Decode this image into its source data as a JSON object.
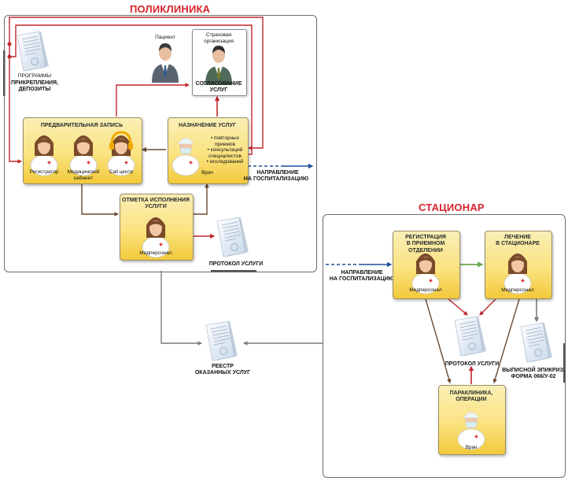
{
  "polyclinic": {
    "title": "ПОЛИКЛИНИКА",
    "programs_line1": "ПРОГРАММЫ",
    "programs_line2": "ПРИКРЕПЛЕНИЯ,",
    "programs_line3": "ДЕПОЗИТЫ",
    "patient": "Пациент",
    "insurer_line1": "Страховая",
    "insurer_line2": "организация",
    "approval_line1": "СОГЛАСОВАНИЕ",
    "approval_line2": "УСЛУГ",
    "prereg": {
      "title": "ПРЕДВАРИТЕЛЬНАЯ ЗАПИСЬ",
      "registrar": "Регистратор",
      "cabinet_line1": "Медицинский",
      "cabinet_line2": "кабинет",
      "callcenter": "Call центр"
    },
    "assign": {
      "title": "НАЗНАЧЕНИЕ УСЛУГ",
      "items": [
        "• повторных",
        "приемов",
        "• консультаций",
        "специалистов",
        "• исследований"
      ],
      "role": "Врач"
    },
    "referral_line1": "НАПРАВЛЕНИЕ",
    "referral_line2": "НА ГОСПИТАЛИЗАЦИЮ",
    "mark": {
      "title_line1": "ОТМЕТКА ИСПОЛНЕНИЯ",
      "title_line2": "УСЛУГИ",
      "role": "Медперсонал"
    },
    "protocol": "ПРОТОКОЛ УСЛУГИ"
  },
  "registry_line1": "РЕЕСТР",
  "registry_line2": "ОКАЗАННЫХ УСЛУГ",
  "hospital": {
    "title": "СТАЦИОНАР",
    "referral_line1": "НАПРАВЛЕНИЕ",
    "referral_line2": "НА ГОСПИТАЛИЗАЦИЮ",
    "reception": {
      "title_line1": "РЕГИСТРАЦИЯ",
      "title_line2": "В ПРИЕМНОМ ОТДЕЛЕНИИ",
      "role": "Медперсонал"
    },
    "treatment": {
      "title_line1": "ЛЕЧЕНИЕ",
      "title_line2": "В СТАЦИОНАРЕ",
      "role": "Медперсонал"
    },
    "protocol": "ПРОТОКОЛ УСЛУГИ",
    "discharge_line1": "ВЫПИСНОЙ ЭПИКРИЗ,",
    "discharge_line2": "ФОРМА 066/У-02",
    "paraclinic": {
      "title_line1": "ПАРАКЛИНИКА,",
      "title_line2": "ОПЕРАЦИИ",
      "role": "Врач"
    }
  },
  "colors": {
    "red": "#c0272d",
    "brown": "#6b4a32",
    "gray": "#7a7a7a",
    "blue": "#1f4e9c",
    "green": "#6aa84f",
    "title": "#d9232d"
  }
}
